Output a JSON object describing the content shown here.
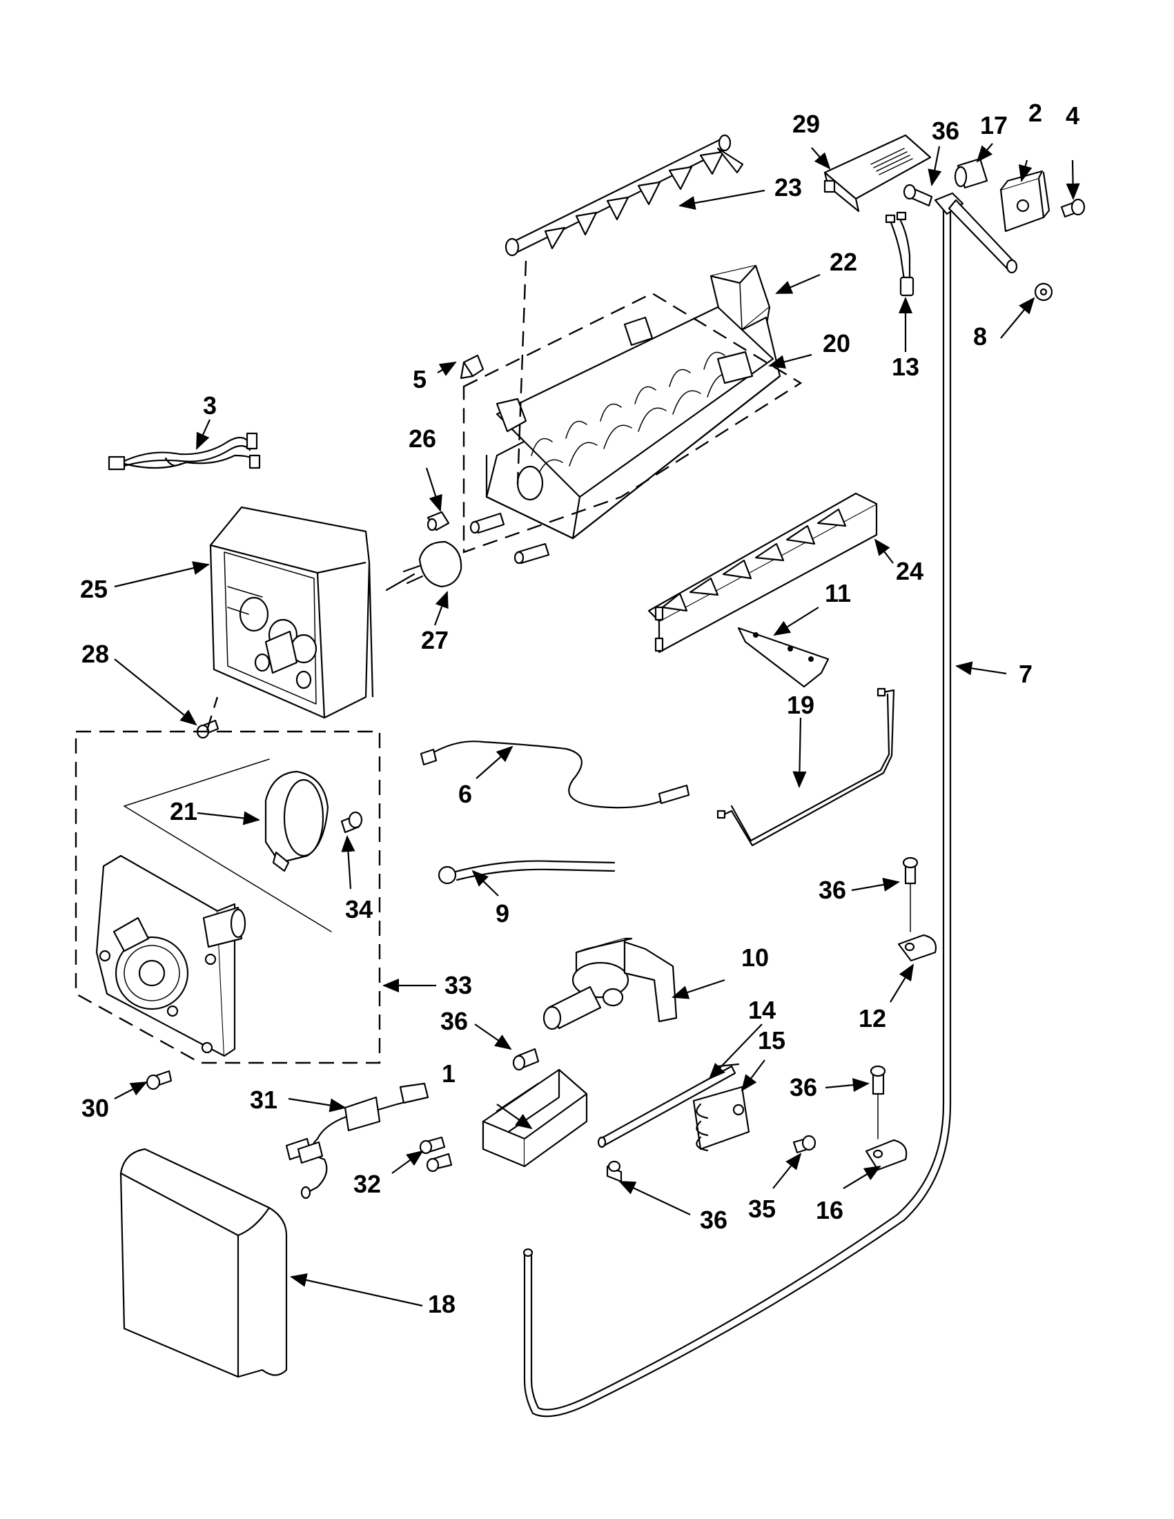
{
  "callouts": [
    {
      "id": "c1",
      "label": "1"
    },
    {
      "id": "c2",
      "label": "2"
    },
    {
      "id": "c3",
      "label": "3"
    },
    {
      "id": "c4",
      "label": "4"
    },
    {
      "id": "c5",
      "label": "5"
    },
    {
      "id": "c6",
      "label": "6"
    },
    {
      "id": "c7",
      "label": "7"
    },
    {
      "id": "c8",
      "label": "8"
    },
    {
      "id": "c9",
      "label": "9"
    },
    {
      "id": "c10",
      "label": "10"
    },
    {
      "id": "c11",
      "label": "11"
    },
    {
      "id": "c12",
      "label": "12"
    },
    {
      "id": "c13",
      "label": "13"
    },
    {
      "id": "c14",
      "label": "14"
    },
    {
      "id": "c15",
      "label": "15"
    },
    {
      "id": "c16",
      "label": "16"
    },
    {
      "id": "c17",
      "label": "17"
    },
    {
      "id": "c18",
      "label": "18"
    },
    {
      "id": "c19",
      "label": "19"
    },
    {
      "id": "c20",
      "label": "20"
    },
    {
      "id": "c21",
      "label": "21"
    },
    {
      "id": "c22",
      "label": "22"
    },
    {
      "id": "c23",
      "label": "23"
    },
    {
      "id": "c24",
      "label": "24"
    },
    {
      "id": "c25",
      "label": "25"
    },
    {
      "id": "c26",
      "label": "26"
    },
    {
      "id": "c27",
      "label": "27"
    },
    {
      "id": "c28",
      "label": "28"
    },
    {
      "id": "c29",
      "label": "29"
    },
    {
      "id": "c30",
      "label": "30"
    },
    {
      "id": "c31",
      "label": "31"
    },
    {
      "id": "c32",
      "label": "32"
    },
    {
      "id": "c33",
      "label": "33"
    },
    {
      "id": "c34",
      "label": "34"
    },
    {
      "id": "c35",
      "label": "35"
    },
    {
      "id": "c36a",
      "label": "36"
    },
    {
      "id": "c36b",
      "label": "36"
    },
    {
      "id": "c36c",
      "label": "36"
    },
    {
      "id": "c36d",
      "label": "36"
    },
    {
      "id": "c36e",
      "label": "36"
    }
  ]
}
